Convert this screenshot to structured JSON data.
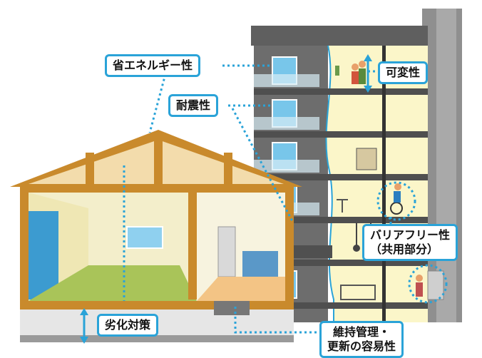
{
  "labels": {
    "energy_saving": "省エネルギー性",
    "seismic": "耐震性",
    "variability": "可変性",
    "barrier_free_line1": "バリアフリー性",
    "barrier_free_line2": "（共用部分）",
    "deterioration": "劣化対策",
    "maintenance_line1": "維持管理・",
    "maintenance_line2": "更新の容易性"
  },
  "colors": {
    "label_border": "#2aa3d8",
    "leader_line": "#2aa3d8",
    "house_frame": "#c98a2c",
    "building_facade": "#6c6c6c",
    "cutaway_room": "#fbf6c9"
  }
}
